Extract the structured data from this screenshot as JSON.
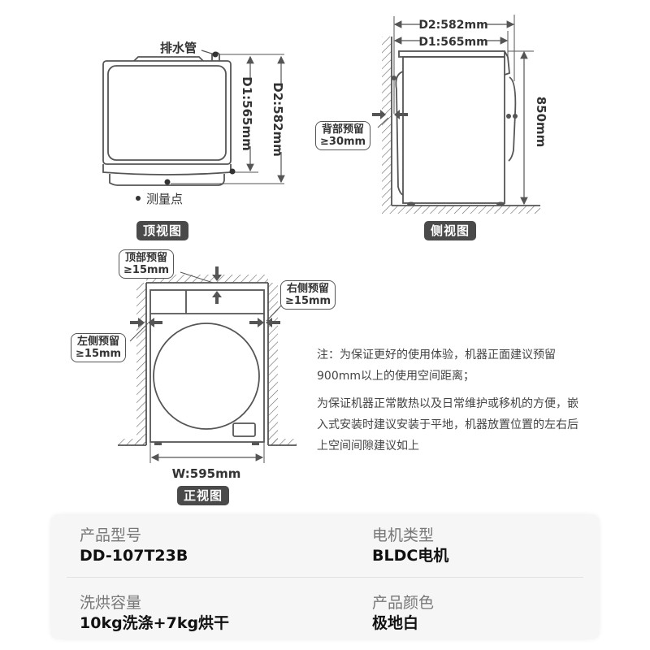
{
  "top_view": {
    "drain_label": "排水管",
    "d1_label": "D1:565mm",
    "d2_label": "D2:582mm",
    "measure_point_legend": "测量点",
    "badge": "顶视图"
  },
  "side_view": {
    "d2_label": "D2:582mm",
    "d1_label": "D1:565mm",
    "height_label": "850mm",
    "back_clearance_title": "背部预留",
    "back_clearance_value": "≥30mm",
    "badge": "侧视图"
  },
  "front_view": {
    "top_clearance_title": "顶部预留",
    "top_clearance_value": "≥15mm",
    "right_clearance_title": "右侧预留",
    "right_clearance_value": "≥15mm",
    "left_clearance_title": "左侧预留",
    "left_clearance_value": "≥15mm",
    "width_label": "W:595mm",
    "badge": "正视图"
  },
  "notes": {
    "note1": "注：为保证更好的使用体验，机器正面建议预留900mm以上的使用空间距离；",
    "note2": "为保证机器正常散热以及日常维护或移机的方便，嵌入式安装时建议安装于平地，机器放置位置的左右后上空间间隙建议如上"
  },
  "specs": [
    {
      "label": "产品型号",
      "value": "DD-107T23B"
    },
    {
      "label": "电机类型",
      "value": "BLDC电机"
    },
    {
      "label": "洗烘容量",
      "value": "10kg洗涤+7kg烘干"
    },
    {
      "label": "产品颜色",
      "value": "极地白"
    }
  ],
  "colors": {
    "line": "#555555",
    "badge_bg": "#4a4a4a",
    "card_bg": "#f6f6f6",
    "label_gray": "#777777"
  }
}
